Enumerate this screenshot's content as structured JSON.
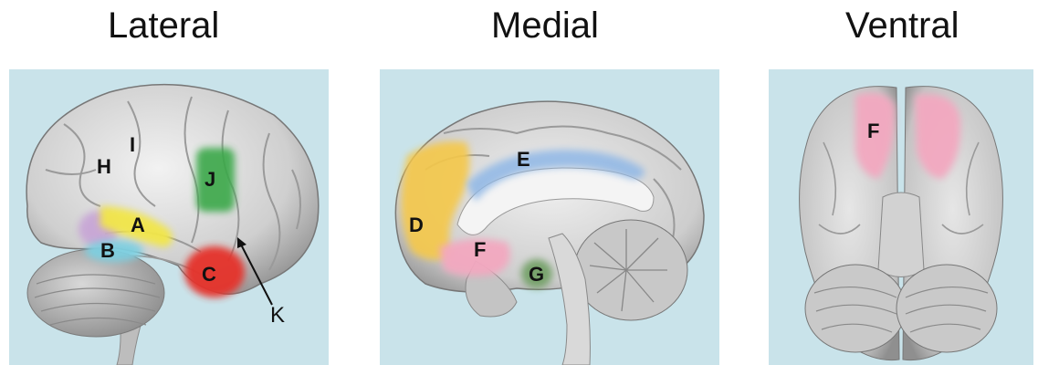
{
  "views": [
    {
      "title": "Lateral"
    },
    {
      "title": "Medial"
    },
    {
      "title": "Ventral"
    }
  ],
  "labels": {
    "lateral": [
      "H",
      "I",
      "J",
      "A",
      "B",
      "C",
      "K"
    ],
    "medial": [
      "E",
      "D",
      "F",
      "G"
    ],
    "ventral": [
      "F"
    ]
  },
  "colors": {
    "panel_bg": "#c9e3ea",
    "brain": "#dcdcdc",
    "yellow": "#f2e64a",
    "cyan": "#7ecfe0",
    "red": "#e5322b",
    "purple": "#c7a4d6",
    "green": "#3aa84a",
    "blue": "#8fb7e6",
    "orange": "#f5c84a",
    "pink": "#f3a8c0",
    "dark_green": "#6f9f63"
  }
}
